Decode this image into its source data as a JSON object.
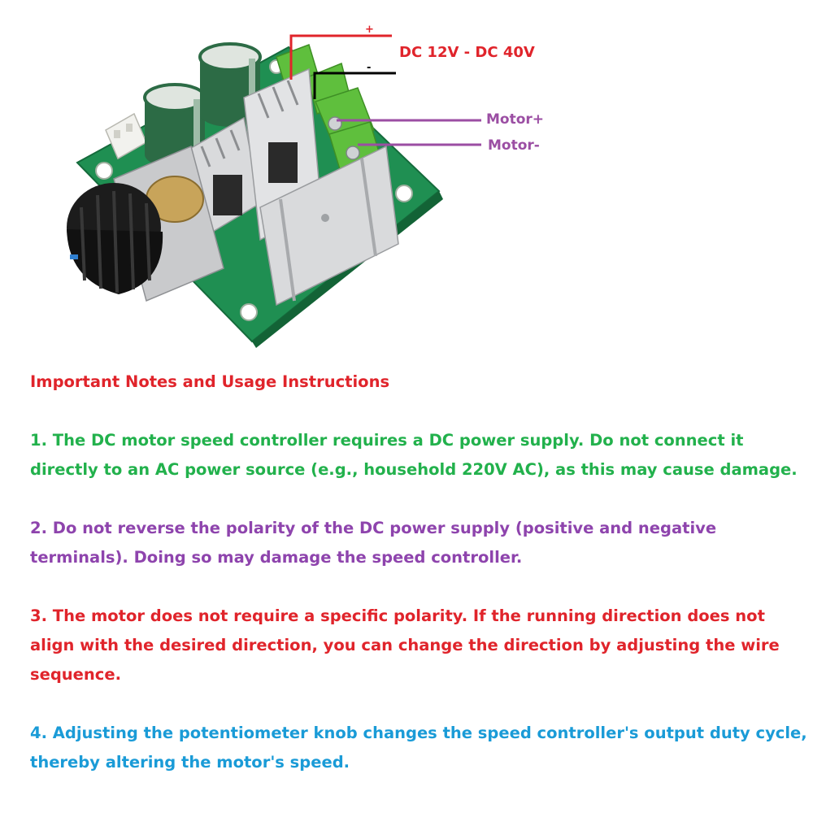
{
  "colors": {
    "heading": "#e0242b",
    "note1": "#22b14c",
    "note2": "#8e44ad",
    "note3": "#e0242b",
    "note4": "#1a9bd7",
    "power_wire_positive": "#e0242b",
    "power_wire_negative": "#000000",
    "motor_wire": "#9b4ea3",
    "pcb_green": "#1f8f52",
    "heatsink_silver": "#d9dadc"
  },
  "diagram": {
    "plus_symbol": "+",
    "minus_symbol": "-",
    "power_label": "DC 12V - DC 40V",
    "motor_positive_label": "Motor+",
    "motor_negative_label": "Motor-"
  },
  "notes": {
    "heading": "Important Notes and Usage Instructions",
    "items": [
      "1. The DC motor speed controller requires a DC power supply. Do not connect it directly to an AC power source (e.g., household 220V AC), as this may cause damage.",
      "2. Do not reverse the polarity of the DC power supply (positive and negative terminals). Doing so may damage the speed controller.",
      "3. The motor does not require a specific polarity. If the running direction does not align with the desired direction, you can change the direction by adjusting the wire sequence.",
      "4. Adjusting the potentiometer knob changes the speed controller's output duty cycle, thereby altering the motor's speed."
    ]
  }
}
